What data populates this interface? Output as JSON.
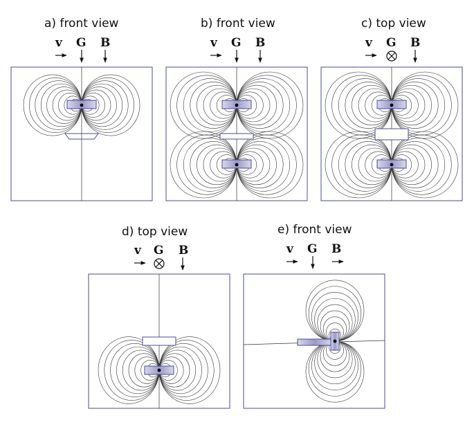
{
  "panels": [
    {
      "title": "a) front view",
      "v": "v",
      "g": "G",
      "b": "B",
      "g_dir": "down",
      "b_dir": "down",
      "v_dir": "right"
    },
    {
      "title": "b) front view",
      "v": "v",
      "g": "G",
      "b": "B",
      "g_dir": "down",
      "b_dir": "down",
      "v_dir": "right"
    },
    {
      "title": "c) top view",
      "v": "v",
      "g": "G",
      "b": "B",
      "g_dir": "into-page",
      "b_dir": "down",
      "v_dir": "right"
    },
    {
      "title": "d) top view",
      "v": "v",
      "g": "G",
      "b": "B",
      "g_dir": "into-page",
      "b_dir": "down",
      "v_dir": "right"
    },
    {
      "title": "e) front view",
      "v": "v",
      "g": "G",
      "b": "B",
      "g_dir": "down",
      "b_dir": "right",
      "v_dir": "right"
    }
  ],
  "colors": {
    "frame": "#4a4a9a",
    "lines": "#333333",
    "magnet": "#6a6aa8"
  }
}
